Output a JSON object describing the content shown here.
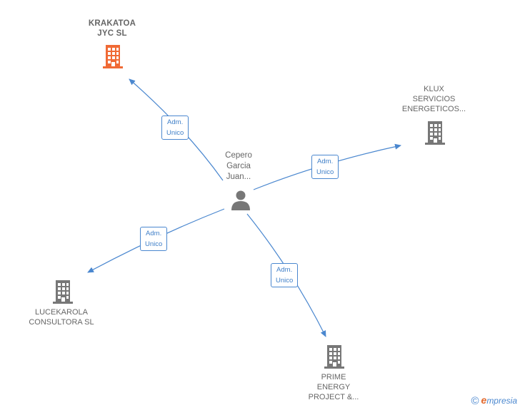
{
  "colors": {
    "edge": "#4a87cf",
    "main_company": "#f06a35",
    "company": "#777777",
    "person": "#777777",
    "label": "#666666"
  },
  "nodes": {
    "krakatoa": {
      "line1": "KRAKATOA",
      "line2": "JYC  SL",
      "icon": "building-icon"
    },
    "klux": {
      "line1": "KLUX",
      "line2": "SERVICIOS",
      "line3": "ENERGETICOS...",
      "icon": "building-icon"
    },
    "lucekarola": {
      "line1": "LUCEKAROLA",
      "line2": "CONSULTORA SL",
      "icon": "building-icon"
    },
    "prime": {
      "line1": "PRIME",
      "line2": "ENERGY",
      "line3": "PROJECT &...",
      "icon": "building-icon"
    },
    "person": {
      "line1": "Cepero",
      "line2": "Garcia",
      "line3": "Juan...",
      "icon": "person-icon"
    }
  },
  "relations": {
    "krakatoa": {
      "line1": "Adm.",
      "line2": "Unico"
    },
    "klux": {
      "line1": "Adm.",
      "line2": "Unico"
    },
    "lucekarola": {
      "line1": "Adm.",
      "line2": "Unico"
    },
    "prime": {
      "line1": "Adm.",
      "line2": "Unico"
    }
  },
  "footer": {
    "copyright_symbol": "©",
    "brand_initial": "e",
    "brand_rest": "mpresia"
  }
}
